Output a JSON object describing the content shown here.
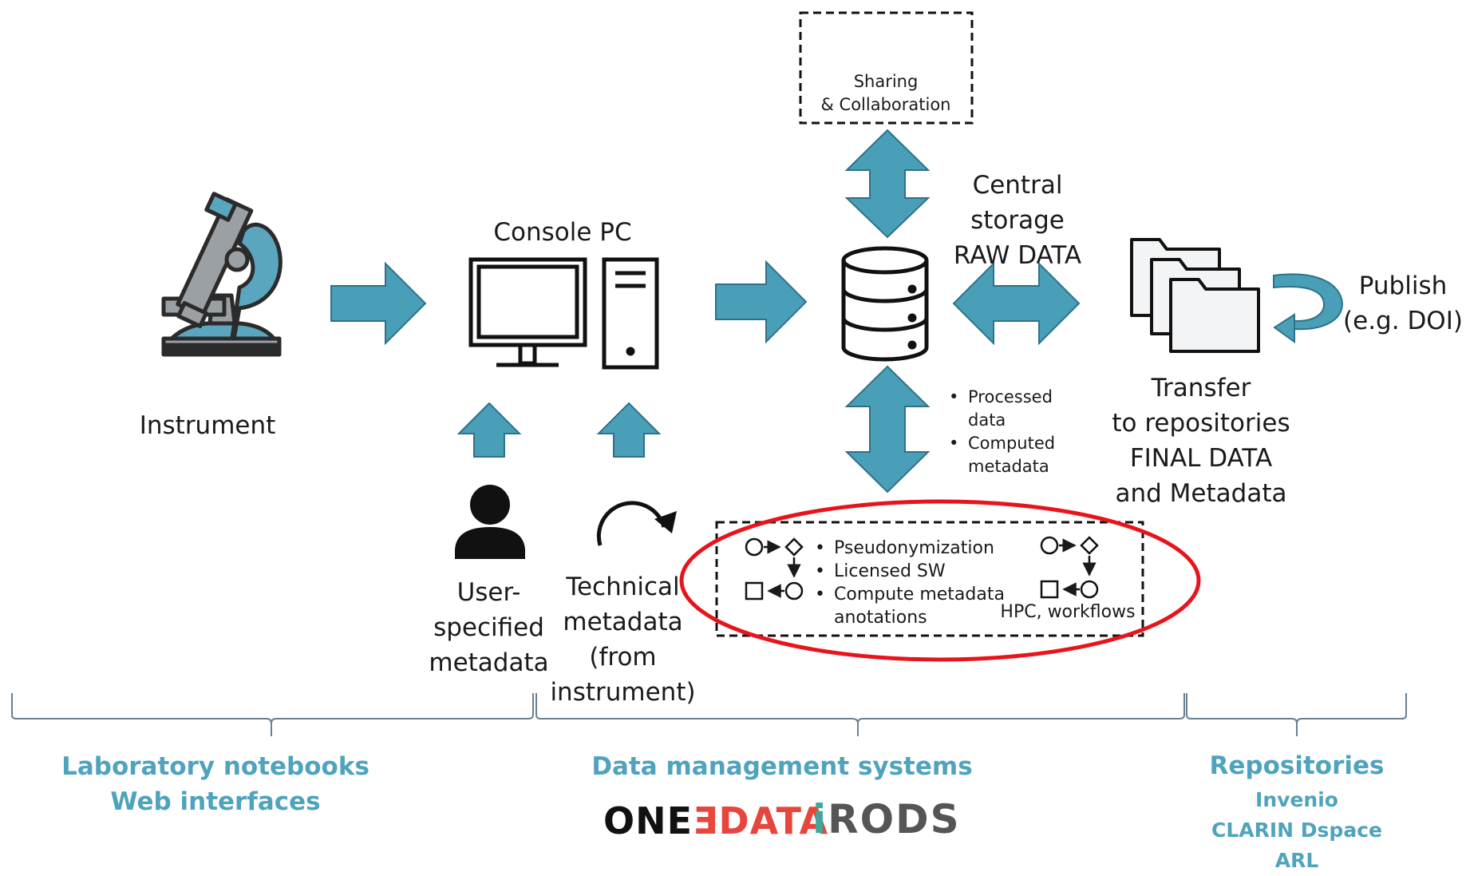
{
  "colors": {
    "arrow_fill": "#4a9fb8",
    "arrow_stroke": "#2e7188",
    "category_text": "#4fa3bd",
    "highlight_ellipse": "#e8141b",
    "onedata_black": "#111111",
    "onedata_red": "#e8453c",
    "irods_teal": "#3fa89d",
    "irods_gray": "#555555"
  },
  "icons": [
    "microscope-icon",
    "monitor-icon",
    "tower-pc-icon",
    "user-icon",
    "refresh-arrow-icon",
    "database-icon",
    "folders-icon",
    "publish-curved-arrow-icon",
    "workflow-icon"
  ],
  "nodes": {
    "instrument": "Instrument",
    "console_pc": "Console PC",
    "central_storage": [
      "Central",
      "storage",
      "RAW DATA"
    ],
    "sharing": [
      "Sharing",
      "& Collaboration"
    ],
    "transfer": [
      "Transfer",
      "to repositories",
      "FINAL DATA",
      "and Metadata"
    ],
    "publish": [
      "Publish",
      "(e.g. DOI)"
    ],
    "user_metadata": [
      "User-",
      "specified",
      "metadata"
    ],
    "technical_metadata": [
      "Technical",
      "metadata",
      "(from",
      "instrument)"
    ]
  },
  "processed": [
    "Processed",
    "data",
    "Computed",
    "metadata"
  ],
  "compute_box": {
    "items": [
      "Pseudonymization",
      "Licensed SW",
      "Compute metadata",
      "anotations"
    ],
    "hpc_label": "HPC, workflows"
  },
  "categories": {
    "lab": [
      "Laboratory notebooks",
      "Web interfaces"
    ],
    "dms": "Data management systems",
    "repos": [
      "Repositories",
      "Invenio",
      "CLARIN Dspace",
      "ARL"
    ]
  },
  "logos": {
    "onedata_one": "ONE",
    "onedata_e": "Ǝ",
    "onedata_data": "DATA",
    "irods_i": "i",
    "irods_rest": "RODS"
  }
}
